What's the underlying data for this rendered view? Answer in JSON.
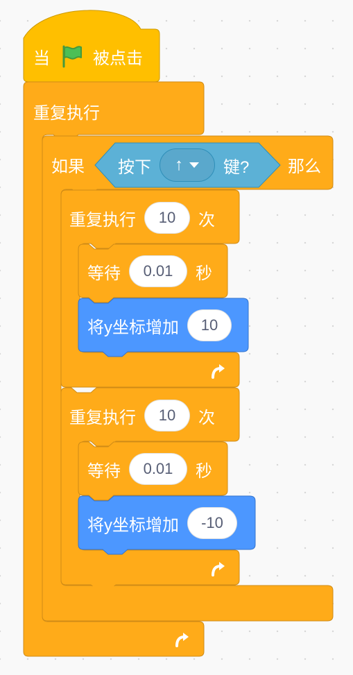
{
  "hat": {
    "label_when": "当",
    "label_clicked": "被点击",
    "flag_icon": "green-flag-icon",
    "color": "#FFBF00"
  },
  "forever": {
    "label": "重复执行",
    "color": "#FFAB19"
  },
  "if_block": {
    "label_if": "如果",
    "label_then": "那么",
    "sensing": {
      "label_press": "按下",
      "key": "↑",
      "label_key": "键?",
      "color": "#5CB1D6"
    }
  },
  "repeat_up": {
    "label": "重复执行",
    "count": "10",
    "label_times": "次",
    "wait": {
      "label": "等待",
      "value": "0.01",
      "unit": "秒"
    },
    "change_y": {
      "label": "将y坐标增加",
      "value": "10",
      "color": "#4C97FF"
    }
  },
  "repeat_down": {
    "label": "重复执行",
    "count": "10",
    "label_times": "次",
    "wait": {
      "label": "等待",
      "value": "0.01",
      "unit": "秒"
    },
    "change_y": {
      "label": "将y坐标增加",
      "value": "-10",
      "color": "#4C97FF"
    }
  }
}
